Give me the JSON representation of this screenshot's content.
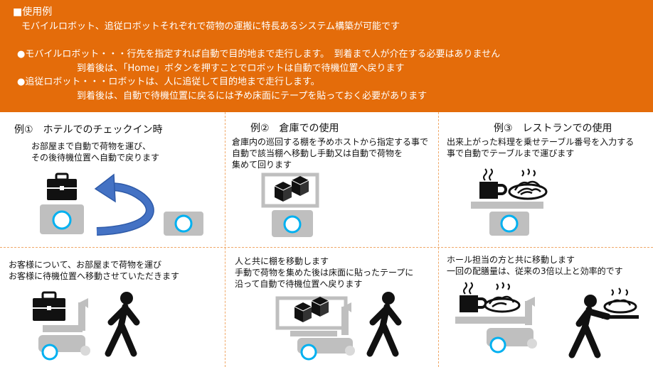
{
  "header": {
    "title": "■使用例",
    "subtitle": "モバイルロボット、追従ロボットそれぞれで荷物の運搬に特長あるシステム構築が可能です",
    "mobile_line1": "●モバイルロボット・・・行先を指定すれば自動で目的地まで走行します。　到着まで人が介在する必要はありません",
    "mobile_line2": "到着後は、「Home」ボタンを押すことでロボットは自動で待機位置へ戻ります",
    "follow_line1": "●追従ロボット・・・ロボットは、人に追従して目的地まで走行します。",
    "follow_line2": "到着後は、自動で待機位置に戻るには予め床面にテープを貼っておく必要があります"
  },
  "examples": [
    {
      "title": "例①　ホテルでのチェックイン時",
      "mobile_text": [
        "お部屋まで自動で荷物を運び、",
        "その後待機位置へ自動で戻ります"
      ],
      "follow_text": [
        "お客様について、お部屋まで荷物を運び",
        "お客様に待機位置へ移動させていただきます"
      ]
    },
    {
      "title": "例②　倉庫での使用",
      "mobile_text": [
        "倉庫内の巡回する棚を予めホストから指定する事で",
        "自動で該当棚へ移動し手動又は自動で荷物を",
        "集めて回ります"
      ],
      "follow_text": [
        "人と共に棚を移動します",
        "手動で荷物を集めた後は床面に貼ったテープに",
        "沿って自動で待機位置へ戻ります"
      ]
    },
    {
      "title": "例③　レストランでの使用",
      "mobile_text": [
        "出来上がった料理を乗せテーブル番号を入力する",
        "事で自動でテーブルまで運びます"
      ],
      "follow_text": [
        "ホール担当の方と共に移動します",
        "一回の配膳量は、従来の3倍以上と効率的です"
      ]
    }
  ],
  "colors": {
    "header_bg": "#e46c0a",
    "divider": "#f0a868",
    "robot_gray": "#bfbfbf",
    "sensor_ring": "#00b0f0",
    "arrow_blue": "#4472c4"
  },
  "icons": [
    "suitcase-icon",
    "return-arrow-icon",
    "robot-icon",
    "boxes-icon",
    "coffee-icon",
    "pasta-icon",
    "walking-person-icon",
    "waiter-icon"
  ]
}
